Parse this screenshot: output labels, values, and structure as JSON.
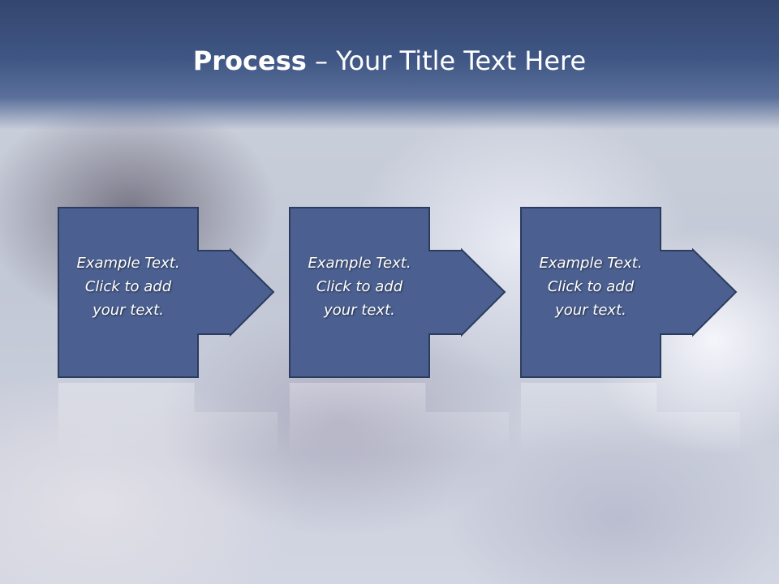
{
  "slide": {
    "title_strong": "Process",
    "title_rest": " – Your Title Text Here",
    "steps": [
      {
        "lines": [
          "Example Text.",
          "Click  to add",
          "your text."
        ]
      },
      {
        "lines": [
          "Example Text.",
          "Click  to add",
          "your text."
        ]
      },
      {
        "lines": [
          "Example Text.",
          "Click  to add",
          "your text."
        ]
      }
    ]
  },
  "colors": {
    "box_fill": "#4b6091",
    "box_stroke": "#2c3c5e",
    "title_band": "#3f5684",
    "text": "#ffffff"
  }
}
